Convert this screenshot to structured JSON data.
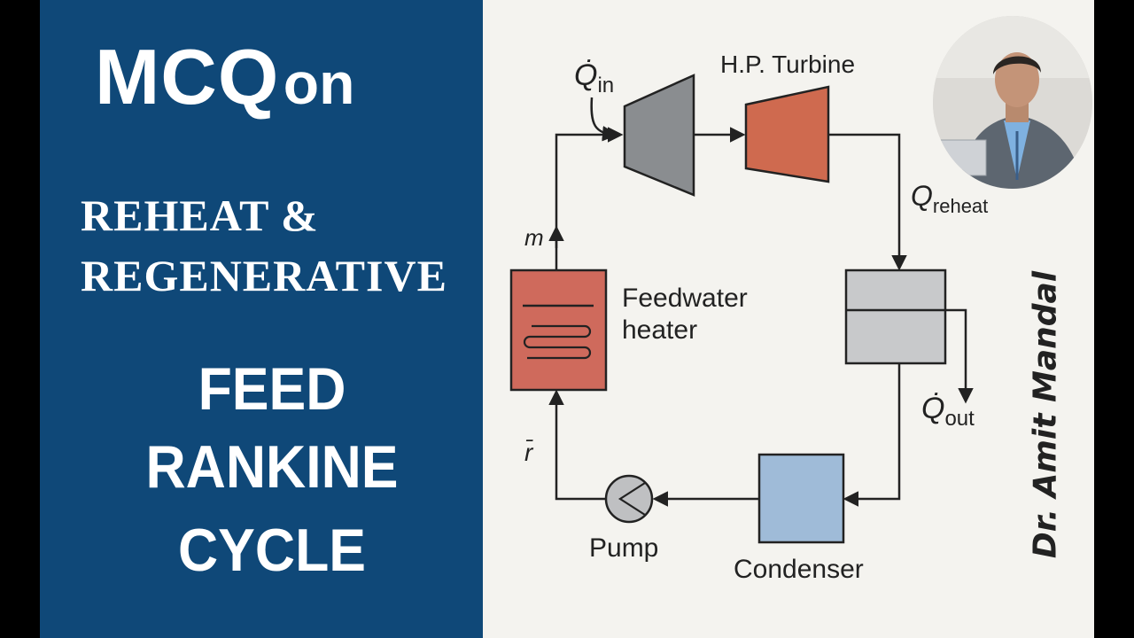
{
  "left_panel": {
    "title_big": "MCQ",
    "title_small": "on",
    "subtitle_line1": "REHEAT &",
    "subtitle_line2": "REGENERATIVE",
    "topic_line1": "FEED",
    "topic_line2": "RANKINE",
    "topic_line3": "CYCLE"
  },
  "diagram": {
    "q_in": "Q̇",
    "q_in_sub": "in",
    "hp_turbine": "H.P. Turbine",
    "q_reheat": "Q",
    "q_reheat_sub": "reheat",
    "mass_flow": "m",
    "feedwater_heater_line1": "Feedwater",
    "feedwater_heater_line2": "heater",
    "q_out": "Q̇",
    "q_out_sub": "out",
    "r_label": "r̄",
    "pump": "Pump",
    "condenser": "Condenser"
  },
  "author": "Dr. Amit Mandal",
  "colors": {
    "panel_blue": "#0f4878",
    "diagram_bg": "#f4f3ef",
    "turbine1": "#8a8d90",
    "hp_turbine": "#cf6a4f",
    "heater": "#cf6a5c",
    "condenser": "#9fbbd8",
    "reheater": "#c8c9cb"
  }
}
